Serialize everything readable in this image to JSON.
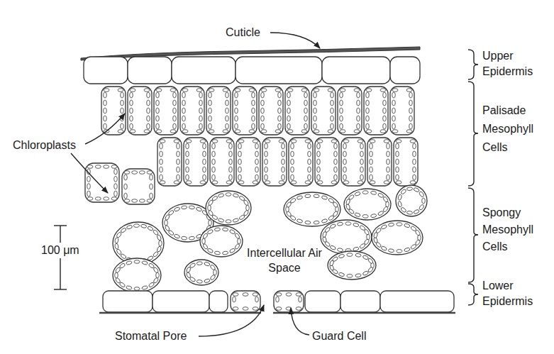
{
  "diagram": {
    "labels": [
      "Cuticle",
      "Upper Epidermis",
      "Palisade Mesophyll Cells",
      "Chloroplasts",
      "Spongy Mesophyll Cells",
      "100 μm",
      "Intercellular Air Space",
      "Lower Epidermis",
      "Stomatal Pore",
      "Guard Cell"
    ]
  }
}
